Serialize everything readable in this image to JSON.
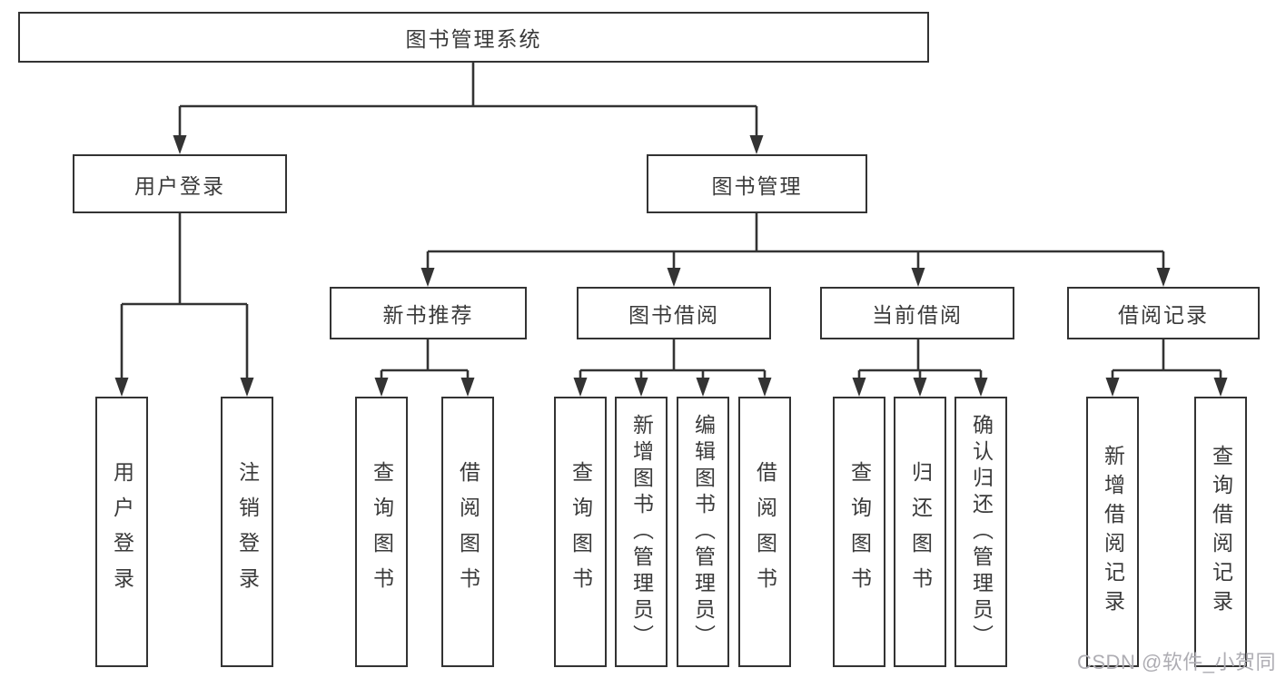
{
  "colors": {
    "line": "#333333",
    "text": "#3a3a3a",
    "background": "#ffffff",
    "watermark": "#aeadb3"
  },
  "watermark": {
    "text": "CSDN @软件_小贺同学"
  },
  "tree": {
    "label": "图书管理系统",
    "children": [
      {
        "label": "用户登录",
        "children": [
          {
            "label": "用户登录"
          },
          {
            "label": "注销登录"
          }
        ]
      },
      {
        "label": "图书管理",
        "children": [
          {
            "label": "新书推荐",
            "children": [
              {
                "label": "查询图书"
              },
              {
                "label": "借阅图书"
              }
            ]
          },
          {
            "label": "图书借阅",
            "children": [
              {
                "label": "查询图书"
              },
              {
                "label": "新增图书（管理员）"
              },
              {
                "label": "编辑图书（管理员）"
              },
              {
                "label": "借阅图书"
              }
            ]
          },
          {
            "label": "当前借阅",
            "children": [
              {
                "label": "查询图书"
              },
              {
                "label": "归还图书"
              },
              {
                "label": "确认归还（管理员）"
              }
            ]
          },
          {
            "label": "借阅记录",
            "children": [
              {
                "label": "新增借阅记录"
              },
              {
                "label": "查询借阅记录"
              }
            ]
          }
        ]
      }
    ]
  }
}
